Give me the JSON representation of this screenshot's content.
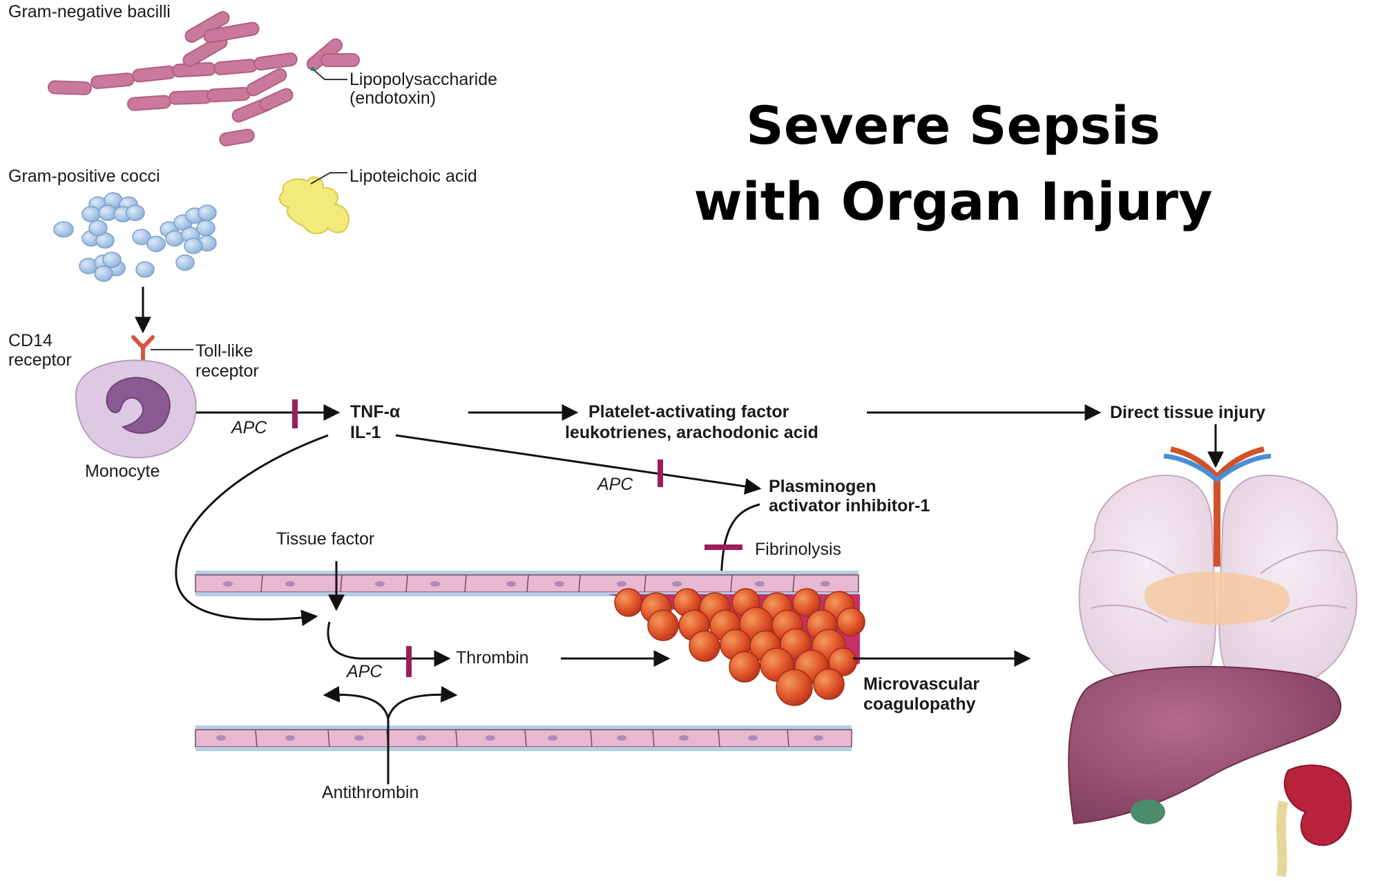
{
  "title": {
    "line1": "Severe Sepsis",
    "line2": "with Organ Injury"
  },
  "labels": {
    "gram_negative": "Gram-negative bacilli",
    "lps_line1": "Lipopolysaccharide",
    "lps_line2": "(endotoxin)",
    "gram_positive": "Gram-positive cocci",
    "lta": "Lipoteichoic acid",
    "cd14_line1": "CD14",
    "cd14_line2": "receptor",
    "toll_line1": "Toll-like",
    "toll_line2": "receptor",
    "monocyte": "Monocyte",
    "apc": "APC",
    "tnf": "TNF-α",
    "il1": "IL-1",
    "paf_line1": "Platelet-activating factor",
    "paf_line2": "leukotrienes, arachodonic acid",
    "direct_injury": "Direct tissue injury",
    "pai_line1": "Plasminogen",
    "pai_line2": "activator inhibitor-1",
    "fibrinolysis": "Fibrinolysis",
    "tissue_factor": "Tissue factor",
    "thrombin": "Thrombin",
    "coag_line1": "Microvascular",
    "coag_line2": "coagulopathy",
    "antithrombin": "Antithrombin"
  },
  "colors": {
    "bacilli": "#c9799b",
    "cocci": "#9ec1e6",
    "lta": "#f3ea7c",
    "monocyte": "#d9c6df",
    "nucleus": "#8a5a92",
    "inhibitor_bar": "#9b1d5c",
    "receptor": "#d9533f",
    "endothelium": "#e8b8d0",
    "clot": "#e25a2a",
    "lung": "#ecdbe8",
    "liver": "#9a4f72",
    "kidney": "#b8233c"
  }
}
